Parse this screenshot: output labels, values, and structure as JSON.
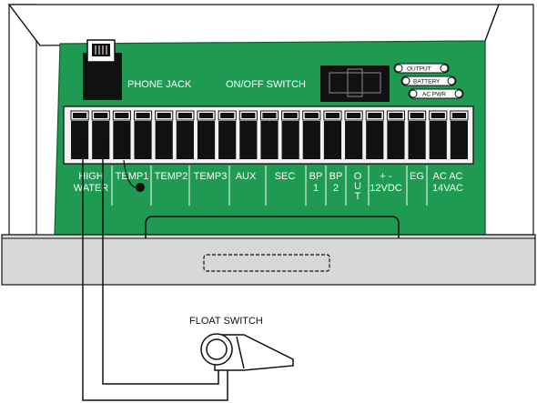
{
  "labels": {
    "phone_jack": "PHONE JACK",
    "on_off_switch": "ON/OFF SWITCH",
    "float_switch": "FLOAT SWITCH"
  },
  "leds": [
    "OUTPUT",
    "BATTERY",
    "AC PWR"
  ],
  "terminal_groups": [
    {
      "lines": [
        "HIGH",
        "WATER"
      ]
    },
    {
      "lines": [
        "TEMP1"
      ]
    },
    {
      "lines": [
        "TEMP2"
      ]
    },
    {
      "lines": [
        "TEMP3"
      ]
    },
    {
      "lines": [
        "AUX"
      ]
    },
    {
      "lines": [
        "SEC"
      ]
    },
    {
      "lines": [
        "BP",
        "1"
      ]
    },
    {
      "lines": [
        "BP",
        "2"
      ]
    },
    {
      "lines": [
        "O",
        "U",
        "T"
      ]
    },
    {
      "lines": [
        "+ -",
        "12VDC"
      ]
    },
    {
      "lines": [
        "EG"
      ]
    },
    {
      "lines": [
        "AC AC",
        "14VAC"
      ]
    }
  ],
  "terminal_count": 19,
  "colors": {
    "board": "#1e9a52",
    "board_stroke": "#0f5e2f",
    "enclosure": "#d8d8d8",
    "terminal_body": "#f2f2f2",
    "dark": "#111111"
  }
}
